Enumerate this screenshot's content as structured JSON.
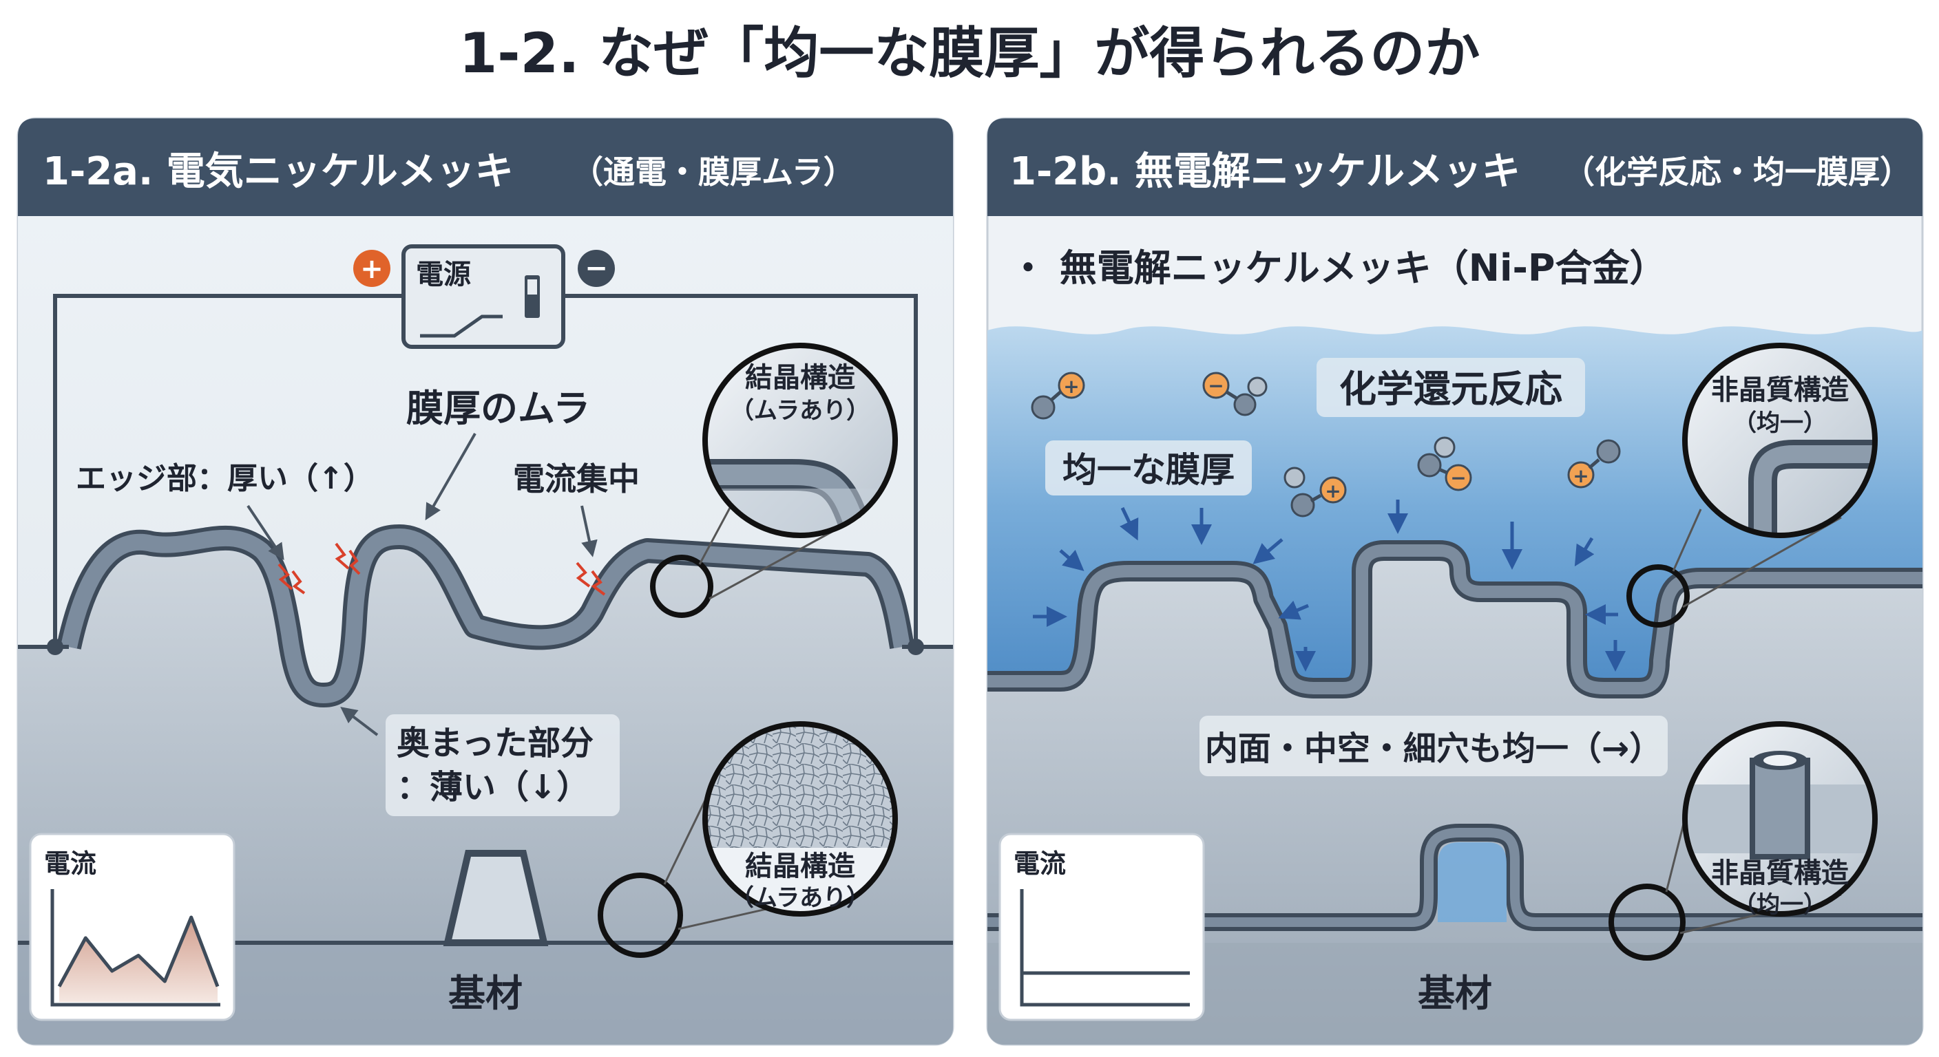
{
  "title": "1-2. なぜ「均一な膜厚」が得られるのか",
  "left": {
    "header": "1-2a. 電気ニッケルメッキ",
    "header_sub": "（通電・膜厚ムラ）",
    "power_label": "電源",
    "plus_symbol": "+",
    "minus_symbol": "−",
    "uneven_label": "膜厚のムラ",
    "edge_label": "エッジ部：厚い（↑）",
    "current_conc_label": "電流集中",
    "recess_label_1": "奥まった部分",
    "recess_label_2": "：薄い（↓）",
    "zoom_top_1": "結晶構造",
    "zoom_top_2": "（ムラあり）",
    "zoom_bottom_1": "結晶構造",
    "zoom_bottom_2": "（ムラあり）",
    "graph_label": "電流",
    "substrate": "基材",
    "graph_values": [
      0.15,
      0.62,
      0.3,
      0.45,
      0.2,
      0.82,
      0.15
    ]
  },
  "right": {
    "header": "1-2b. 無電解ニッケルメッキ",
    "header_sub": "（化学反応・均一膜厚）",
    "bullet": "・ 無電解ニッケルメッキ（Ni-P合金）",
    "reaction_label": "化学還元反応",
    "uniform_label": "均一な膜厚",
    "inner_label": "内面・中空・細穴も均一（→）",
    "zoom_top_1": "非晶質構造",
    "zoom_top_2": "（均一）",
    "zoom_bottom_1": "非晶質構造",
    "zoom_bottom_2": "（均一）",
    "graph_label": "電流",
    "substrate": "基材",
    "ion_plus": "+",
    "ion_minus": "−",
    "graph_level": 0.28
  },
  "colors": {
    "header_bg": "#3f5166",
    "coating": "#7c8c9e",
    "coating_edge": "#3e4b5a",
    "substrate_top": "#c7d1db",
    "substrate_bottom": "#9eabb8",
    "plus": "#e0632a",
    "minus": "#3e4b5a",
    "solution": "#6fa6d6",
    "arrow": "#2c5aa0",
    "spark": "#d9402a"
  }
}
